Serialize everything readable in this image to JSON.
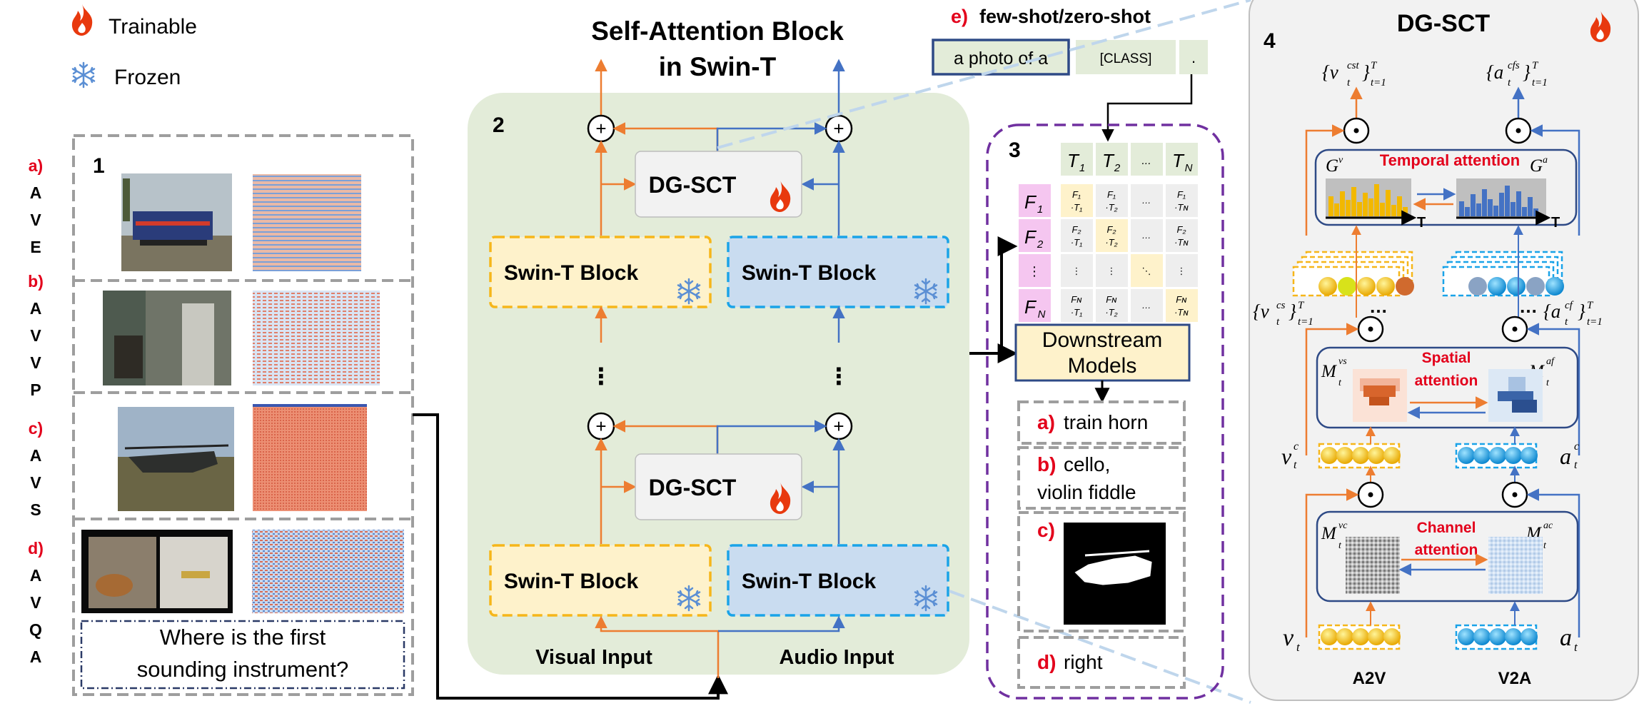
{
  "legend": {
    "trainable": "Trainable",
    "frozen": "Frozen",
    "fire_icon_color": "#e8390e",
    "snow_icon_color": "#5b8fd4"
  },
  "panel1": {
    "number": "1",
    "tasks": [
      {
        "prefix": "a)",
        "letters": [
          "A",
          "V",
          "E"
        ]
      },
      {
        "prefix": "b)",
        "letters": [
          "A",
          "V",
          "V",
          "P"
        ]
      },
      {
        "prefix": "c)",
        "letters": [
          "A",
          "V",
          "S"
        ]
      },
      {
        "prefix": "d)",
        "letters": [
          "A",
          "V",
          "Q",
          "A"
        ]
      }
    ],
    "question": [
      "Where is the first",
      "sounding instrument?"
    ]
  },
  "panel2": {
    "number": "2",
    "title": [
      "Self-Attention Block",
      "in Swin-T"
    ],
    "dgsct": "DG-SCT",
    "swin_block": "Swin-T Block",
    "dots": "⋮",
    "visual_input": "Visual Input",
    "audio_input": "Audio Input",
    "bg_color": "#e3ecd9",
    "visual_color": "#fef2cb",
    "audio_color": "#c9dcf0",
    "orange": "#ed7d31",
    "blue": "#4472c4"
  },
  "prompt": {
    "header_prefix": "e)",
    "header_text": "few-shot/zero-shot",
    "photo": "a photo of a",
    "class_token": "[CLASS]",
    "dot": "."
  },
  "panel3": {
    "number": "3",
    "text_tokens": [
      "T",
      "T",
      "...",
      "T"
    ],
    "text_subs": [
      "1",
      "2",
      "",
      "N"
    ],
    "feat_tokens": [
      "F",
      "F",
      "⋮",
      "F"
    ],
    "feat_subs": [
      "1",
      "2",
      "",
      "N"
    ],
    "downstream": [
      "Downstream",
      "Models"
    ],
    "answers": [
      {
        "prefix": "a)",
        "text": [
          "train horn"
        ]
      },
      {
        "prefix": "b)",
        "text": [
          "cello,",
          "violin fiddle"
        ]
      },
      {
        "prefix": "c)",
        "text": []
      },
      {
        "prefix": "d)",
        "text": [
          "right"
        ]
      }
    ]
  },
  "panel4": {
    "number": "4",
    "title": "DG-SCT",
    "temporal": "Temporal attention",
    "spatial": [
      "Spatial",
      "attention"
    ],
    "channel": [
      "Channel",
      "attention"
    ],
    "a2v": "A2V",
    "v2a": "V2A",
    "vis_ball": "#f5c400",
    "aud_ball": "#1aa3e8"
  }
}
